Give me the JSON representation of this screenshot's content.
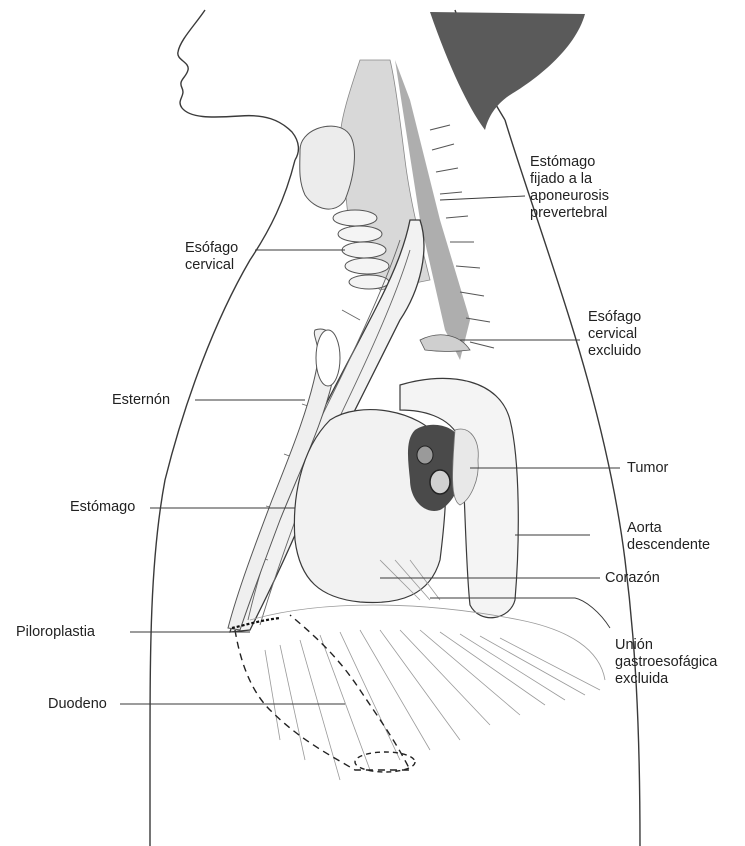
{
  "labels": {
    "estomago_fijado": [
      "Estómago",
      "fijado a la",
      "aponeurosis",
      "prevertebral"
    ],
    "esofago_cervical": [
      "Esófago",
      "cervical"
    ],
    "esofago_excluido": [
      "Esófago",
      "cervical",
      "excluido"
    ],
    "esternon": "Esternón",
    "tumor": "Tumor",
    "estomago": "Estómago",
    "aorta": [
      "Aorta",
      "descendente"
    ],
    "corazon": "Corazón",
    "piloroplastia": "Piloroplastia",
    "union": [
      "Unión",
      "gastroesofágica",
      "excluida"
    ],
    "duodeno": "Duodeno"
  },
  "colors": {
    "line": "#3a3a3a",
    "shade": "#b8b8b8",
    "dark": "#5a5a5a",
    "tumor": "#4a4a4a"
  }
}
